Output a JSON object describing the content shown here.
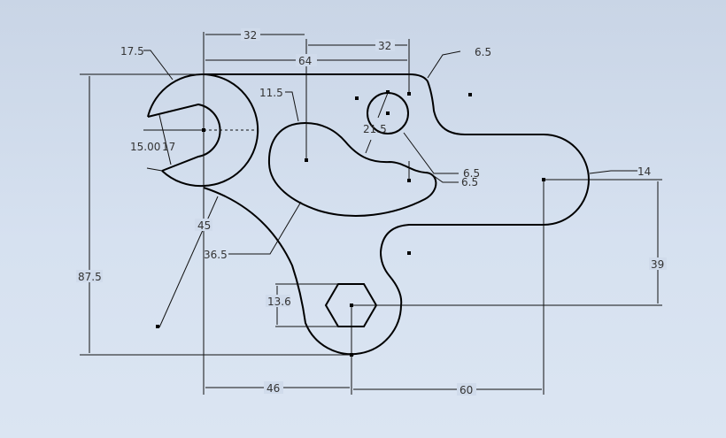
{
  "view": "sketch",
  "dimensions": {
    "d_32_left": "32",
    "d_32_right": "32",
    "d_64": "64",
    "d_6_5_top": "6.5",
    "d_17_5": "17.5",
    "d_11_5": "11.5",
    "d_21_5": "21.5",
    "d_15_00": "15.00",
    "d_17": "17",
    "d_6_5_a": "6.5",
    "d_6_5_b": "6.5",
    "d_14": "14",
    "d_45": "45",
    "d_36_5": "36.5",
    "d_87_5": "87.5",
    "d_39": "39",
    "d_13_6": "13.6",
    "d_46": "46",
    "d_60": "60"
  }
}
